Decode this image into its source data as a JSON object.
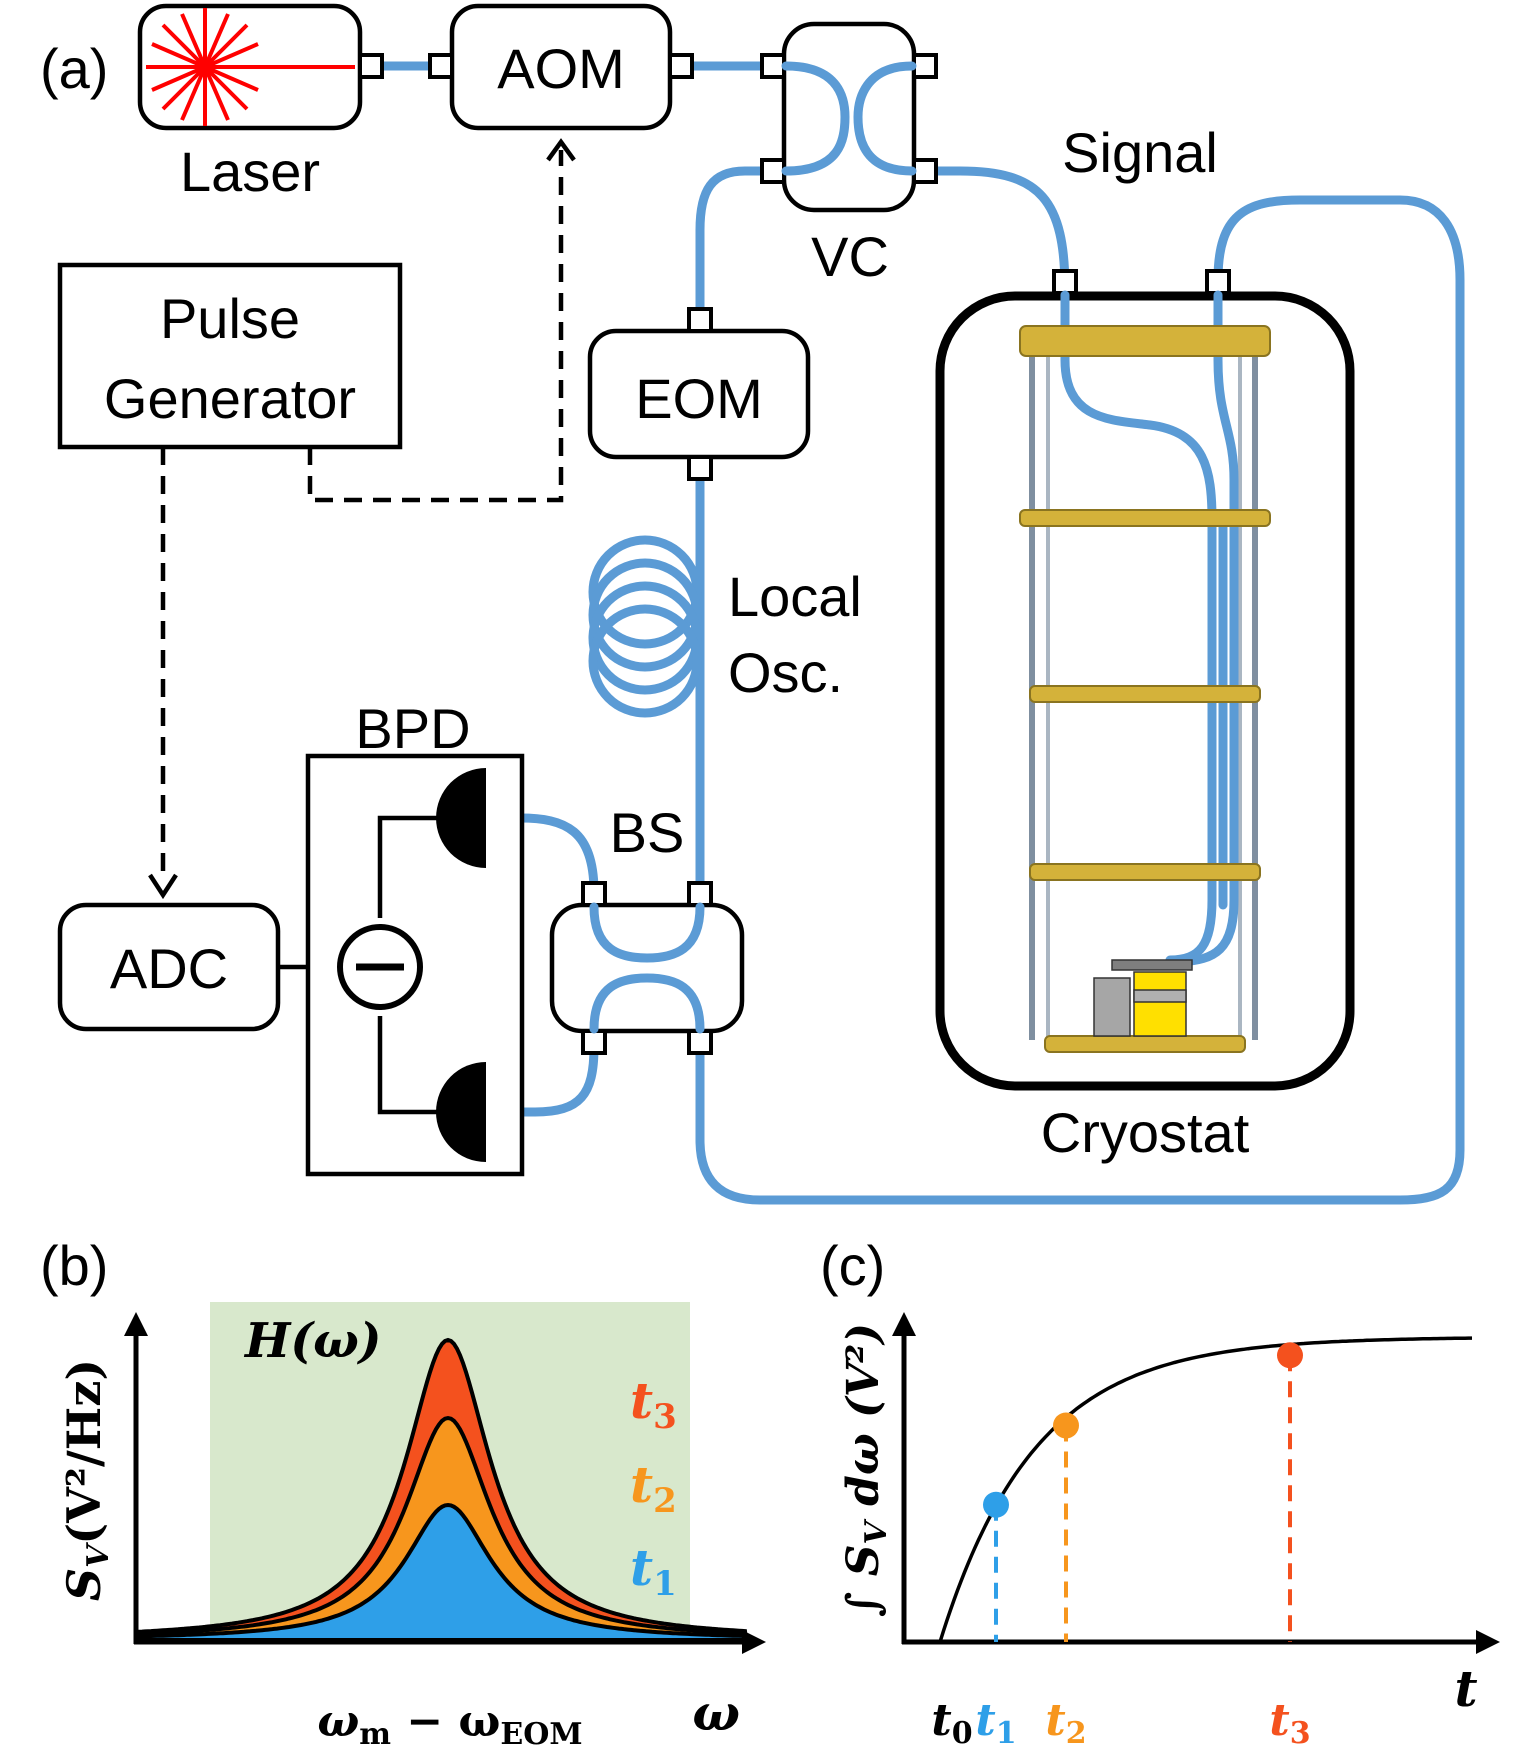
{
  "panel_a": {
    "label": "(a)",
    "laser": "Laser",
    "aom": "AOM",
    "vc": "VC",
    "signal": "Signal",
    "pulse_generator_line1": "Pulse",
    "pulse_generator_line2": "Generator",
    "eom": "EOM",
    "local_osc_line1": "Local",
    "local_osc_line2": "Osc.",
    "bpd": "BPD",
    "bs": "BS",
    "adc": "ADC",
    "cryostat": "Cryostat",
    "colors": {
      "fiber": "#5b9bd5",
      "stage": "#d4b23a",
      "laser_star": "#ff0000"
    }
  },
  "panel_b": {
    "label": "(b)",
    "filter_label": "H(ω)",
    "ylabel_sym": "S",
    "ylabel_sub": "V",
    "ylabel_units": "(V²/Hz)",
    "xlabel_main": "ω",
    "xlabel_sub": "m",
    "xlabel_minus": " − ω",
    "xlabel_sub2": "EOM",
    "x_axis_end": "ω",
    "colors": {
      "filter_band": "#d8e8cc"
    },
    "chart_data": {
      "type": "area",
      "series": [
        {
          "name": "t3",
          "label_sym": "t",
          "label_sub": "3",
          "color": "#f4511e",
          "peak": 1.0
        },
        {
          "name": "t2",
          "label_sym": "t",
          "label_sub": "2",
          "color": "#f7961d",
          "peak": 0.74
        },
        {
          "name": "t1",
          "label_sym": "t",
          "label_sub": "1",
          "color": "#2e9fe8",
          "peak": 0.45
        }
      ]
    }
  },
  "panel_c": {
    "label": "(c)",
    "ylabel": "∫ S",
    "ylabel_sub": "V",
    "ylabel_rest": " dω (V²)",
    "x_axis_end": "t",
    "t0_sym": "t",
    "t0_sub": "0",
    "chart_data": {
      "type": "line",
      "x_start": 0,
      "curve": "saturating",
      "points": [
        {
          "name": "t1",
          "label_sym": "t",
          "label_sub": "1",
          "x": 0.8,
          "y": 0.45,
          "color": "#2e9fe8"
        },
        {
          "name": "t2",
          "label_sym": "t",
          "label_sub": "2",
          "x": 1.8,
          "y": 0.71,
          "color": "#f7961d"
        },
        {
          "name": "t3",
          "label_sym": "t",
          "label_sub": "3",
          "x": 5.0,
          "y": 0.94,
          "color": "#f4511e"
        }
      ]
    }
  }
}
